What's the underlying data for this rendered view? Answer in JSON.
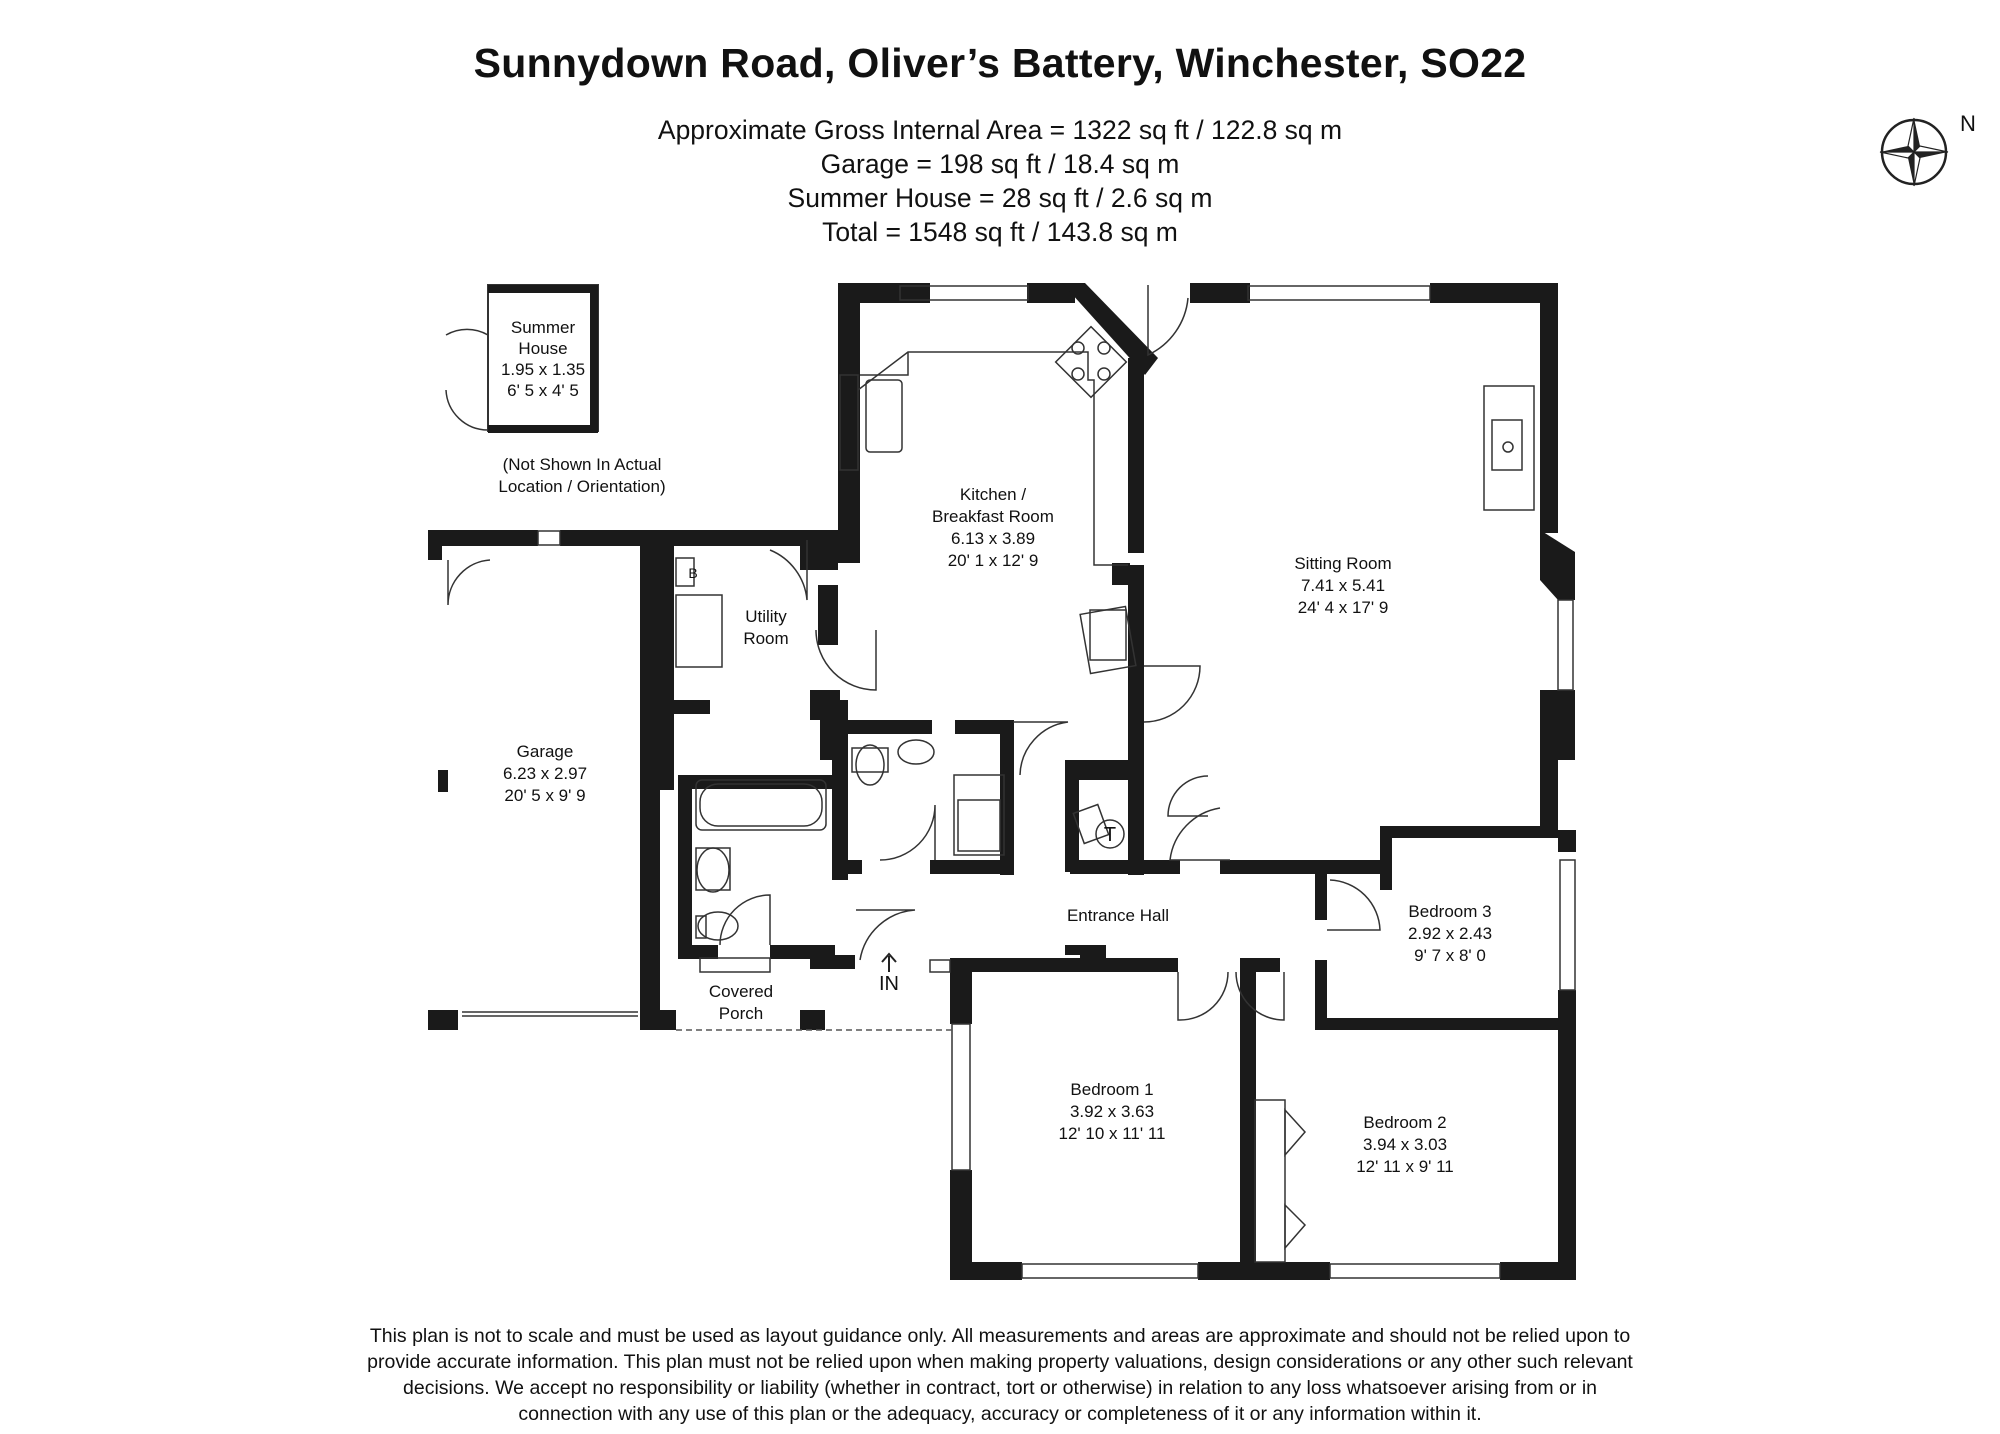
{
  "header": {
    "title": "Sunnydown Road, Oliver’s Battery, Winchester, SO22",
    "areas": [
      "Approximate Gross Internal Area = 1322 sq ft / 122.8 sq m",
      "Garage = 198 sq ft / 18.4 sq m",
      "Summer House = 28 sq ft / 2.6 sq m",
      "Total = 1548 sq ft / 143.8 sq m"
    ]
  },
  "compass": {
    "label": "N",
    "icon": "compass-star-icon"
  },
  "rooms": {
    "summer_house": [
      "Summer",
      "House",
      "1.95 x 1.35",
      "6' 5 x 4' 5"
    ],
    "summer_note": [
      "(Not Shown In Actual",
      "Location / Orientation)"
    ],
    "kitchen": [
      "Kitchen /",
      "Breakfast Room",
      "6.13 x 3.89",
      "20' 1 x 12' 9"
    ],
    "sitting": [
      "Sitting Room",
      "7.41 x 5.41",
      "24' 4 x 17' 9"
    ],
    "utility": [
      "Utility",
      "Room"
    ],
    "garage": [
      "Garage",
      "6.23 x 2.97",
      "20' 5 x 9' 9"
    ],
    "entrance": [
      "Entrance Hall"
    ],
    "bedroom3": [
      "Bedroom 3",
      "2.92 x 2.43",
      "9' 7 x 8' 0"
    ],
    "bedroom1": [
      "Bedroom 1",
      "3.92 x 3.63",
      "12' 10 x 11' 11"
    ],
    "bedroom2": [
      "Bedroom 2",
      "3.94 x 3.03",
      "12' 11 x 9' 11"
    ],
    "porch": [
      "Covered",
      "Porch"
    ],
    "in_label": "IN",
    "boiler": "B",
    "tank": "T"
  },
  "disclaimer": [
    "This plan is not to scale and must be used as layout guidance only. All measurements and areas are approximate and should not be relied upon to",
    "provide accurate information. This plan must not be relied upon when making property valuations, design considerations or any other such relevant",
    "decisions. We accept no responsibility or liability (whether in contract, tort or otherwise) in relation to any loss whatsoever arising from or in",
    "connection with any use of this plan or the adequacy, accuracy or completeness of it or any information within it."
  ]
}
